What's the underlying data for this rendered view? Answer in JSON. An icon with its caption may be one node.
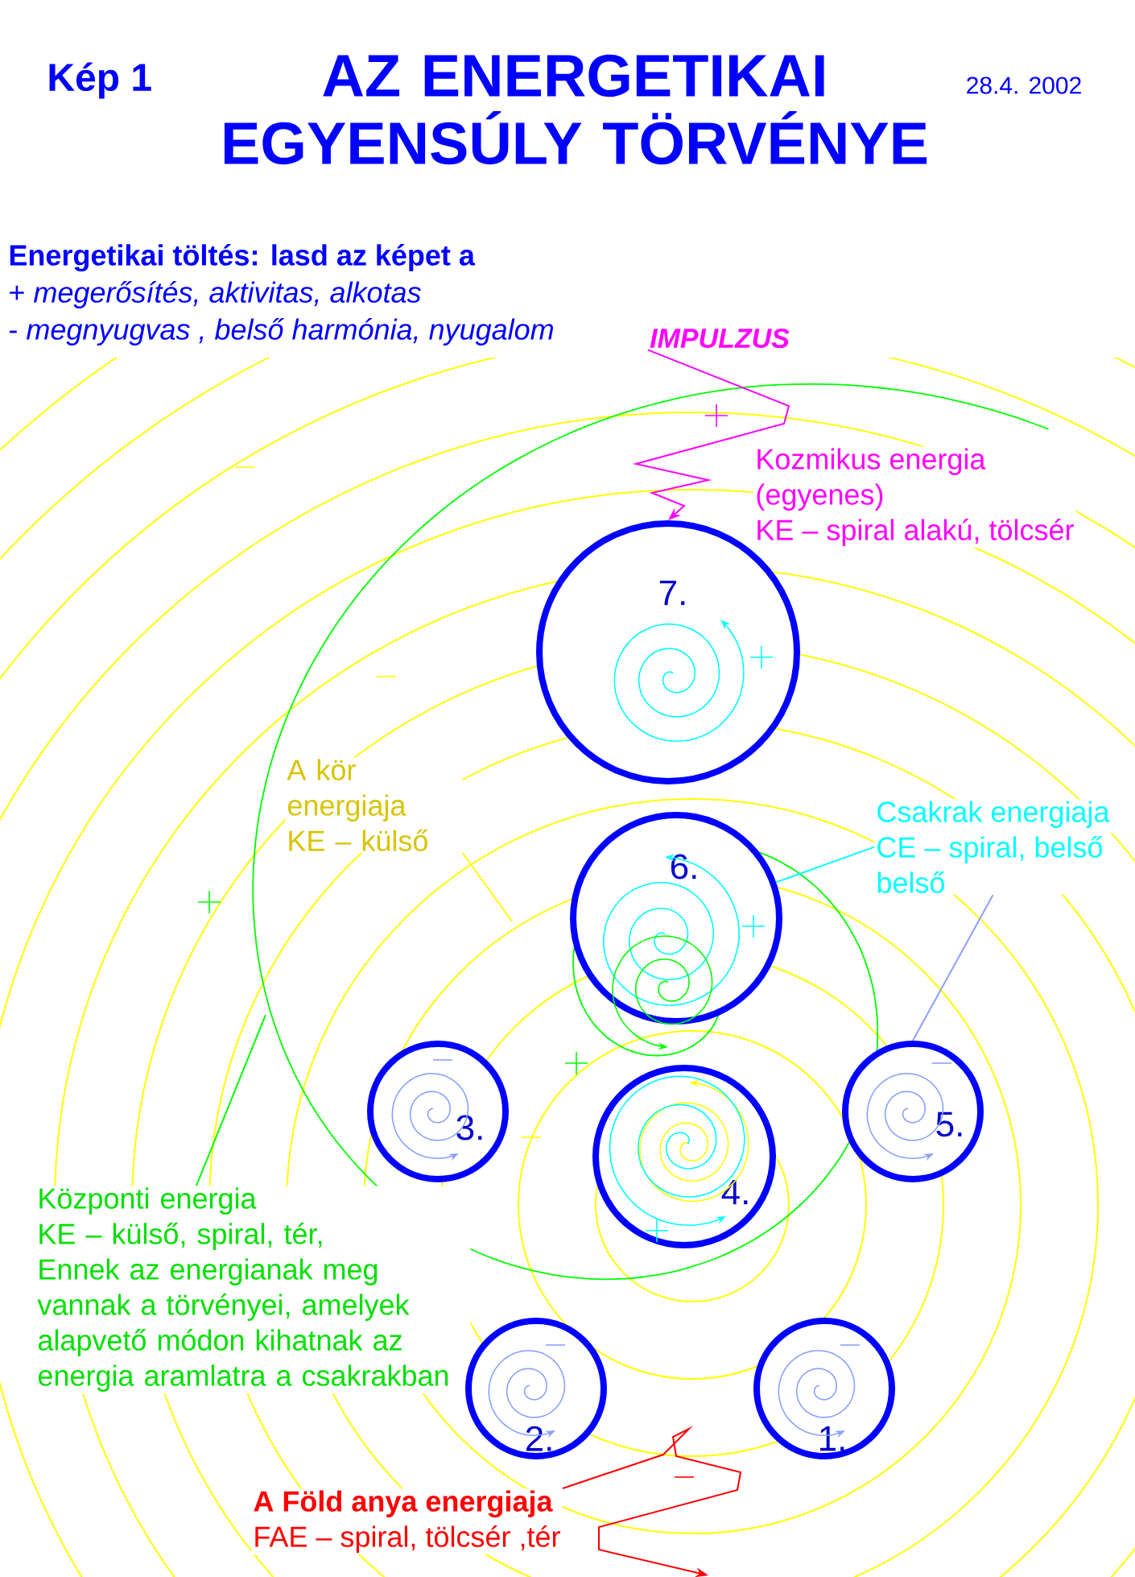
{
  "diagram": {
    "title": "AZ ENERGETIKAI EGYENSÚLY TÖRVÉNYE",
    "nodes": [
      {
        "text": [
          "7."
        ]
      },
      {
        "text": [
          "6."
        ]
      },
      {
        "text": [
          "3."
        ]
      },
      {
        "text": [
          "4."
        ]
      },
      {
        "text": [
          "5."
        ]
      },
      {
        "text": [
          "2."
        ]
      },
      {
        "text": [
          "1."
        ]
      },
      {
        "text": [
          "Kozmikus energia",
          "(egyenes)",
          "KE – spiral alakú, tölcsér"
        ]
      },
      {
        "text": [
          "Csakrak energiaja",
          "CE – spiral, belső",
          "belső"
        ]
      },
      {
        "text": [
          "A kör energiaja KE – külső"
        ]
      },
      {
        "text": [
          "Központi energia",
          "KE – külső, spiral, tér,",
          "Ennek az energianak meg vannak a törvényei, amelyek alapvető módon kihatnak az energia aramlatra a csakrakban"
        ]
      },
      {
        "text": [
          "A Föld anya energiaja",
          "FAE – spiral, tölcsér ,tér"
        ]
      },
      {
        "text": [
          "IMPULZUS"
        ]
      }
    ],
    "edges": [
      {
        "from": 12,
        "to": 0,
        "arrow": "to",
        "color": "#ff00ff"
      },
      {
        "from": 8,
        "to": 1,
        "arrow": "none",
        "color": "#00ffff"
      },
      {
        "from": 8,
        "to": 4,
        "arrow": "none",
        "color": "#8ca0ff"
      },
      {
        "from": 9,
        "to": null,
        "arrow": "none",
        "color": "#ffff00"
      },
      {
        "from": 10,
        "to": null,
        "arrow": "none",
        "color": "#00ff00"
      },
      {
        "from": 11,
        "to": null,
        "arrow": "to",
        "color": "#ff0000"
      }
    ],
    "labels": [
      "Kép 1",
      "28.4. 2002",
      "Energetikai töltés: lasd az képet a",
      "+ *megerősítés, aktivitas, alkotas*",
      "- *megnyugvas , belső harmónia, nyugalom*"
    ]
  }
}
